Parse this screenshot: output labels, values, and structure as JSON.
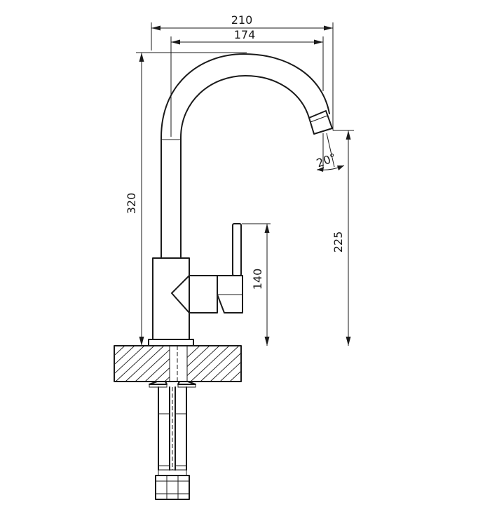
{
  "drawing": {
    "dimensions": {
      "overall_reach": "210",
      "spout_reach": "174",
      "total_height": "320",
      "spout_height": "225",
      "lever_height": "140",
      "spout_angle": "20°"
    }
  },
  "colors": {
    "line": "#1a1a1a",
    "background": "#ffffff"
  }
}
